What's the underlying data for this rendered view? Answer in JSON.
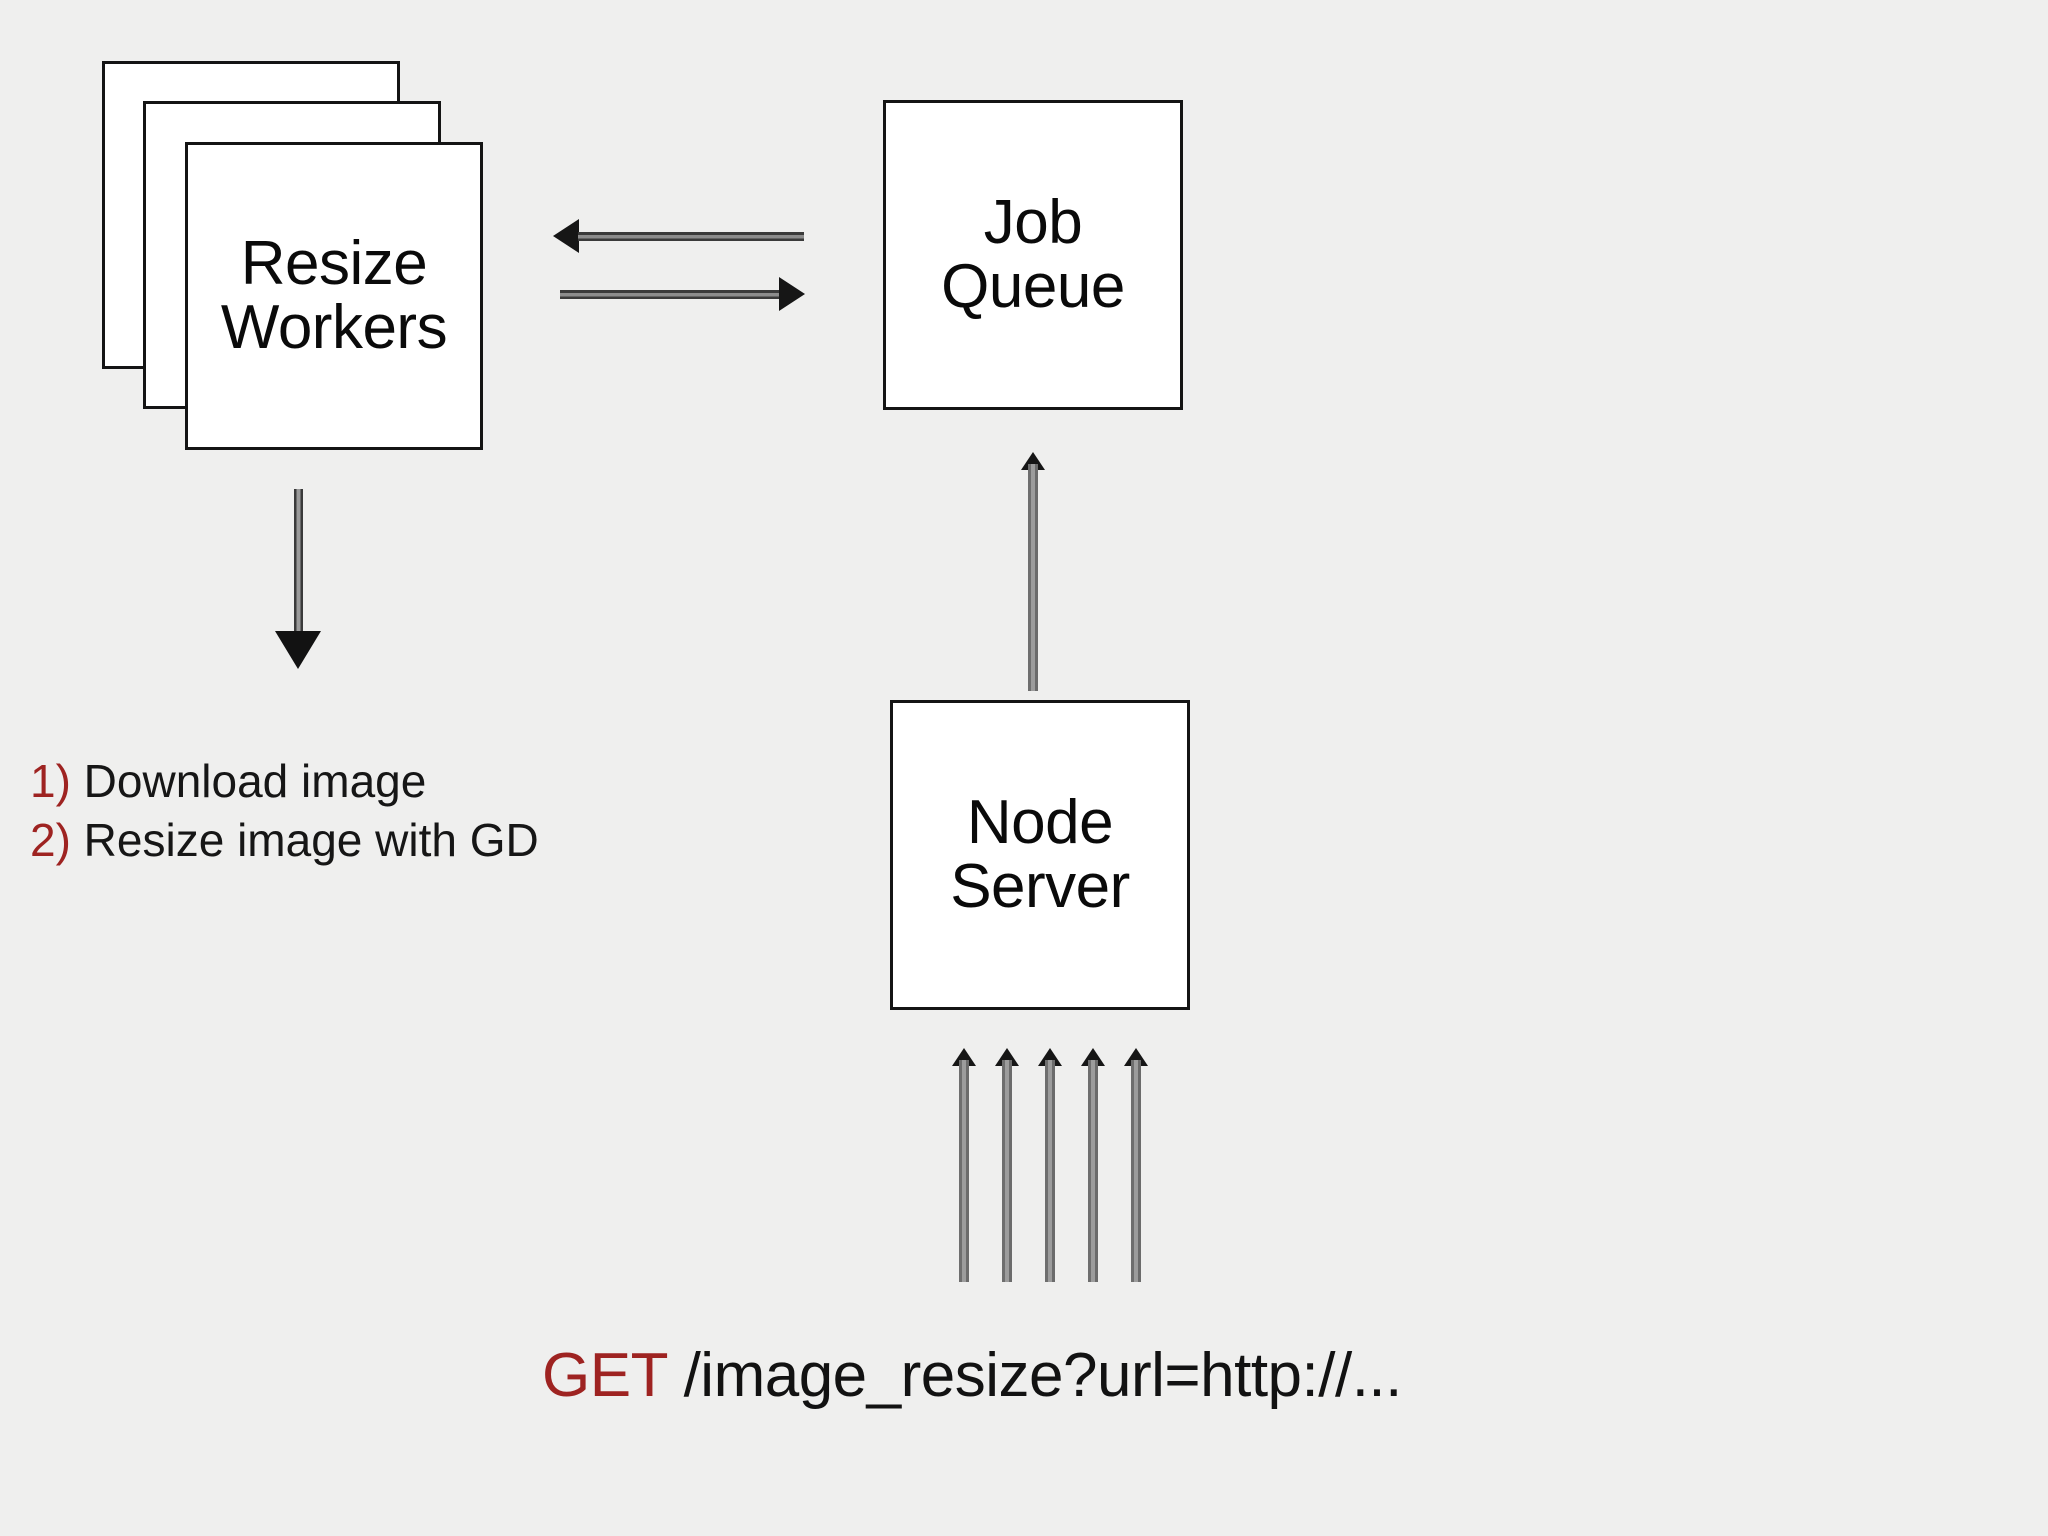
{
  "background_color": "#efefee",
  "accent_color": "#9e2321",
  "diagram": {
    "type": "flow-architecture",
    "nodes": [
      {
        "id": "resize-workers",
        "label": "Resize\nWorkers",
        "shape": "stacked-rectangle",
        "stack_count": 3
      },
      {
        "id": "job-queue",
        "label": "Job\nQueue",
        "shape": "rectangle"
      },
      {
        "id": "node-server",
        "label": "Node\nServer",
        "shape": "rectangle"
      }
    ],
    "edges": [
      {
        "id": "queue-to-workers",
        "from": "job-queue",
        "to": "resize-workers",
        "direction": "left",
        "style": "solid"
      },
      {
        "id": "workers-to-queue",
        "from": "resize-workers",
        "to": "job-queue",
        "direction": "right",
        "style": "solid"
      },
      {
        "id": "workers-to-steps",
        "from": "resize-workers",
        "to": "steps-list",
        "direction": "down",
        "style": "solid"
      },
      {
        "id": "server-to-queue",
        "from": "node-server",
        "to": "job-queue",
        "direction": "up",
        "style": "solid"
      },
      {
        "id": "requests-to-server",
        "from": "incoming-requests",
        "to": "node-server",
        "direction": "up",
        "style": "solid",
        "count": 5
      }
    ]
  },
  "steps": {
    "items": [
      {
        "number": "1)",
        "text": " Download image"
      },
      {
        "number": "2)",
        "text": " Resize image with GD"
      }
    ]
  },
  "request": {
    "verb": "GET",
    "path": " /image_resize?url=http://..."
  }
}
